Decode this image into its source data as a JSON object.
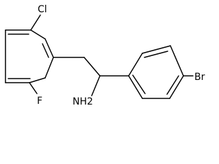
{
  "molecule": {
    "atoms": {
      "cl": "Cl",
      "f": "F",
      "nh2": "NH2",
      "br": "Br"
    }
  },
  "colors": {
    "bond": "#000000",
    "text": "#000000",
    "background": "#ffffff"
  }
}
